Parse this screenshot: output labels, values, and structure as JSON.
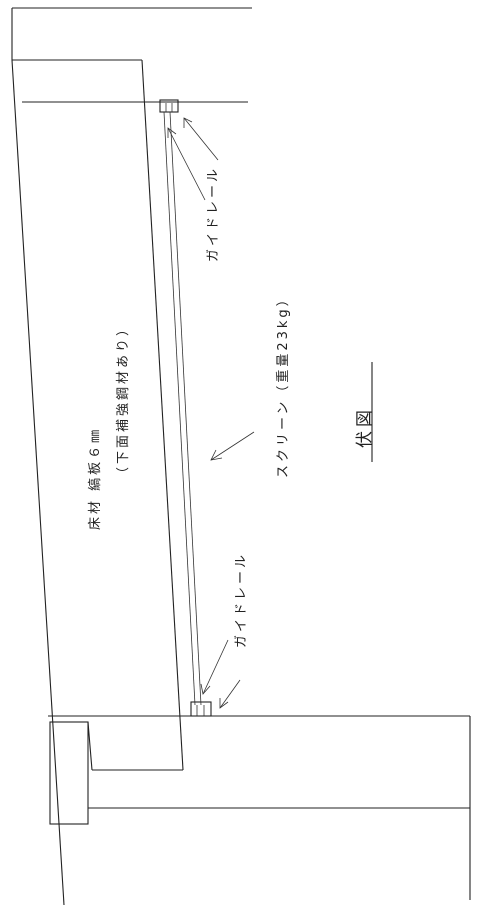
{
  "labels": {
    "floor_material": "床材 縞板６㎜",
    "floor_note": "（下面補強鋼材あり）",
    "guide_rail_top": "ガイドレール",
    "guide_rail_bottom": "ガイドレール",
    "screen": "スクリーン（重量23kg）",
    "view_title": "伏図"
  }
}
